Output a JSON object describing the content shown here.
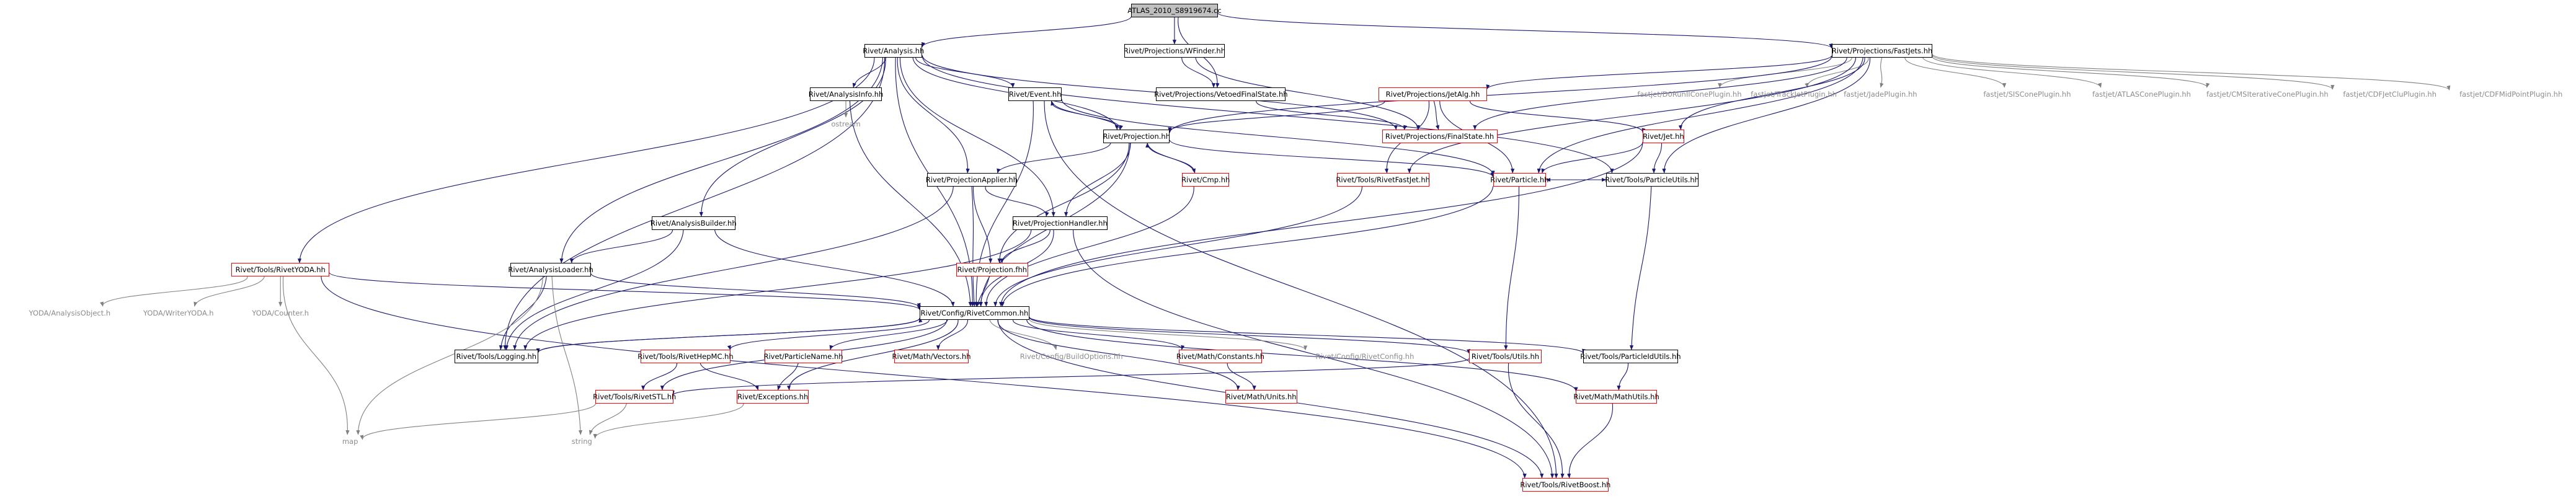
{
  "diagram": {
    "title": "ATLAS_2010_S8919674.cc",
    "colors": {
      "edge_primary": "#191970",
      "edge_secondary": "#808080",
      "box_border": "#000000",
      "incomplete_border": "#ff0000",
      "root_fill": "#bfbfbf",
      "system_text": "#8c8c8c"
    },
    "nodes": [
      {
        "id": "root",
        "label": "ATLAS_2010_S8919674.cc",
        "style": "root"
      },
      {
        "id": "analysis",
        "label": "Rivet/Analysis.hh",
        "style": "black"
      },
      {
        "id": "wfinder",
        "label": "Rivet/Projections/WFinder.hh",
        "style": "black"
      },
      {
        "id": "fastjets",
        "label": "Rivet/Projections/FastJets.hh",
        "style": "black"
      },
      {
        "id": "analysisinfo",
        "label": "Rivet/AnalysisInfo.hh",
        "style": "black"
      },
      {
        "id": "event",
        "label": "Rivet/Event.hh",
        "style": "black"
      },
      {
        "id": "vetoedfs",
        "label": "Rivet/Projections/VetoedFinalState.hh",
        "style": "black"
      },
      {
        "id": "jetalg",
        "label": "Rivet/Projections/JetAlg.hh",
        "style": "red"
      },
      {
        "id": "d0run",
        "label": "fastjet/D0RunIIConePlugin.hh",
        "style": "system"
      },
      {
        "id": "trackjet",
        "label": "fastjet/TrackJetPlugin.hh",
        "style": "system"
      },
      {
        "id": "jade",
        "label": "fastjet/JadePlugin.hh",
        "style": "system"
      },
      {
        "id": "siscone",
        "label": "fastjet/SISConePlugin.hh",
        "style": "system"
      },
      {
        "id": "atlascone",
        "label": "fastjet/ATLASConePlugin.hh",
        "style": "system"
      },
      {
        "id": "cmsiter",
        "label": "fastjet/CMSIterativeConePlugin.hh",
        "style": "system"
      },
      {
        "id": "cdfjetclu",
        "label": "fastjet/CDFJetCluPlugin.hh",
        "style": "system"
      },
      {
        "id": "cdfmid",
        "label": "fastjet/CDFMidPointPlugin.hh",
        "style": "system"
      },
      {
        "id": "ostream",
        "label": "ostream",
        "style": "system"
      },
      {
        "id": "projection",
        "label": "Rivet/Projection.hh",
        "style": "black"
      },
      {
        "id": "finalstate",
        "label": "Rivet/Projections/FinalState.hh",
        "style": "red"
      },
      {
        "id": "jet",
        "label": "Rivet/Jet.hh",
        "style": "red"
      },
      {
        "id": "projapplier",
        "label": "Rivet/ProjectionApplier.hh",
        "style": "black"
      },
      {
        "id": "cmp",
        "label": "Rivet/Cmp.hh",
        "style": "red"
      },
      {
        "id": "rivetfastjet",
        "label": "Rivet/Tools/RivetFastJet.hh",
        "style": "red"
      },
      {
        "id": "particle",
        "label": "Rivet/Particle.hh",
        "style": "red"
      },
      {
        "id": "particleutils",
        "label": "Rivet/Tools/ParticleUtils.hh",
        "style": "black"
      },
      {
        "id": "analysisbuilder",
        "label": "Rivet/AnalysisBuilder.hh",
        "style": "black"
      },
      {
        "id": "projhandler",
        "label": "Rivet/ProjectionHandler.hh",
        "style": "black"
      },
      {
        "id": "rivetyoda",
        "label": "Rivet/Tools/RivetYODA.hh",
        "style": "red"
      },
      {
        "id": "analysisloader",
        "label": "Rivet/AnalysisLoader.hh",
        "style": "black"
      },
      {
        "id": "projfhh",
        "label": "Rivet/Projection.fhh",
        "style": "red"
      },
      {
        "id": "yodaao",
        "label": "YODA/AnalysisObject.h",
        "style": "system"
      },
      {
        "id": "yodawriter",
        "label": "YODA/WriterYODA.h",
        "style": "system"
      },
      {
        "id": "yodacounter",
        "label": "YODA/Counter.h",
        "style": "system"
      },
      {
        "id": "rivetcommon",
        "label": "Rivet/Config/RivetCommon.hh",
        "style": "black"
      },
      {
        "id": "logging",
        "label": "Rivet/Tools/Logging.hh",
        "style": "black"
      },
      {
        "id": "rivethepmc",
        "label": "Rivet/Tools/RivetHepMC.hh",
        "style": "red"
      },
      {
        "id": "particlename",
        "label": "Rivet/ParticleName.hh",
        "style": "red"
      },
      {
        "id": "vectors",
        "label": "Rivet/Math/Vectors.hh",
        "style": "red"
      },
      {
        "id": "buildoptions",
        "label": "Rivet/Config/BuildOptions.hh",
        "style": "system"
      },
      {
        "id": "constants",
        "label": "Rivet/Math/Constants.hh",
        "style": "red"
      },
      {
        "id": "rivetconfig",
        "label": "Rivet/Config/RivetConfig.hh",
        "style": "system"
      },
      {
        "id": "utils",
        "label": "Rivet/Tools/Utils.hh",
        "style": "red"
      },
      {
        "id": "particleidutils",
        "label": "Rivet/Tools/ParticleIdUtils.hh",
        "style": "black"
      },
      {
        "id": "rivetstl",
        "label": "Rivet/Tools/RivetSTL.hh",
        "style": "red"
      },
      {
        "id": "exceptions",
        "label": "Rivet/Exceptions.hh",
        "style": "red"
      },
      {
        "id": "mathunits",
        "label": "Rivet/Math/Units.hh",
        "style": "red"
      },
      {
        "id": "mathutils",
        "label": "Rivet/Math/MathUtils.hh",
        "style": "red"
      },
      {
        "id": "map",
        "label": "map",
        "style": "system"
      },
      {
        "id": "string",
        "label": "string",
        "style": "system"
      },
      {
        "id": "rivetboost",
        "label": "Rivet/Tools/RivetBoost.hh",
        "style": "red"
      }
    ],
    "edges": [
      [
        "root",
        "analysis"
      ],
      [
        "root",
        "wfinder"
      ],
      [
        "root",
        "fastjets"
      ],
      [
        "root",
        "vetoedfs"
      ],
      [
        "wfinder",
        "vetoedfs"
      ],
      [
        "wfinder",
        "finalstate"
      ],
      [
        "analysis",
        "analysisinfo"
      ],
      [
        "analysis",
        "event"
      ],
      [
        "analysis",
        "projection"
      ],
      [
        "analysis",
        "projapplier"
      ],
      [
        "analysis",
        "projhandler"
      ],
      [
        "analysis",
        "analysisbuilder"
      ],
      [
        "analysis",
        "analysisloader"
      ],
      [
        "analysis",
        "rivetyoda"
      ],
      [
        "analysis",
        "logging"
      ],
      [
        "analysis",
        "rivetcommon"
      ],
      [
        "analysis",
        "particleutils"
      ],
      [
        "analysis",
        "finalstate"
      ],
      [
        "fastjets",
        "jetalg"
      ],
      [
        "fastjets",
        "d0run"
      ],
      [
        "fastjets",
        "trackjet"
      ],
      [
        "fastjets",
        "jade"
      ],
      [
        "fastjets",
        "siscone"
      ],
      [
        "fastjets",
        "atlascone"
      ],
      [
        "fastjets",
        "cmsiter"
      ],
      [
        "fastjets",
        "cdfjetclu"
      ],
      [
        "fastjets",
        "cdfmid"
      ],
      [
        "fastjets",
        "projection"
      ],
      [
        "fastjets",
        "finalstate"
      ],
      [
        "fastjets",
        "jet"
      ],
      [
        "fastjets",
        "particle"
      ],
      [
        "fastjets",
        "rivetfastjet"
      ],
      [
        "fastjets",
        "particleutils"
      ],
      [
        "vetoedfs",
        "finalstate"
      ],
      [
        "analysisinfo",
        "ostream"
      ],
      [
        "analysisinfo",
        "rivetcommon"
      ],
      [
        "event",
        "projection"
      ],
      [
        "event",
        "particle"
      ],
      [
        "event",
        "rivetcommon"
      ],
      [
        "event",
        "rivetboost"
      ],
      [
        "jetalg",
        "projection"
      ],
      [
        "jetalg",
        "finalstate"
      ],
      [
        "jetalg",
        "jet"
      ],
      [
        "jetalg",
        "particle"
      ],
      [
        "jetalg",
        "rivetfastjet"
      ],
      [
        "projection",
        "projapplier"
      ],
      [
        "projection",
        "projhandler"
      ],
      [
        "projection",
        "cmp"
      ],
      [
        "projection",
        "rivetcommon"
      ],
      [
        "projection",
        "projfhh"
      ],
      [
        "projection",
        "particle"
      ],
      [
        "projection",
        "event"
      ],
      [
        "cmp",
        "projection"
      ],
      [
        "cmp",
        "rivetcommon"
      ],
      [
        "jet",
        "particle"
      ],
      [
        "jet",
        "particleutils"
      ],
      [
        "jet",
        "rivetcommon"
      ],
      [
        "projapplier",
        "projhandler"
      ],
      [
        "projapplier",
        "projfhh"
      ],
      [
        "projapplier",
        "rivetcommon"
      ],
      [
        "projapplier",
        "logging"
      ],
      [
        "rivetfastjet",
        "rivetcommon"
      ],
      [
        "particle",
        "particleutils"
      ],
      [
        "particle",
        "rivetcommon"
      ],
      [
        "particle",
        "utils"
      ],
      [
        "particleutils",
        "particle"
      ],
      [
        "particleutils",
        "particleidutils"
      ],
      [
        "analysisbuilder",
        "analysisloader"
      ],
      [
        "analysisbuilder",
        "rivetcommon"
      ],
      [
        "analysisbuilder",
        "logging"
      ],
      [
        "projhandler",
        "projfhh"
      ],
      [
        "projhandler",
        "rivetcommon"
      ],
      [
        "projhandler",
        "logging"
      ],
      [
        "projhandler",
        "rivetboost"
      ],
      [
        "rivetyoda",
        "yodaao"
      ],
      [
        "rivetyoda",
        "yodawriter"
      ],
      [
        "rivetyoda",
        "yodacounter"
      ],
      [
        "rivetyoda",
        "rivetcommon"
      ],
      [
        "rivetyoda",
        "map"
      ],
      [
        "rivetyoda",
        "rivetboost"
      ],
      [
        "analysisloader",
        "rivetcommon"
      ],
      [
        "analysisloader",
        "logging"
      ],
      [
        "analysisloader",
        "map"
      ],
      [
        "analysisloader",
        "string"
      ],
      [
        "projfhh",
        "rivetcommon"
      ],
      [
        "rivetcommon",
        "logging"
      ],
      [
        "rivetcommon",
        "rivethepmc"
      ],
      [
        "rivetcommon",
        "particlename"
      ],
      [
        "rivetcommon",
        "vectors"
      ],
      [
        "rivetcommon",
        "buildoptions"
      ],
      [
        "rivetcommon",
        "constants"
      ],
      [
        "rivetcommon",
        "rivetconfig"
      ],
      [
        "rivetcommon",
        "utils"
      ],
      [
        "rivetcommon",
        "particleidutils"
      ],
      [
        "rivetcommon",
        "rivetstl"
      ],
      [
        "rivetcommon",
        "exceptions"
      ],
      [
        "rivetcommon",
        "mathunits"
      ],
      [
        "rivetcommon",
        "mathutils"
      ],
      [
        "rivetcommon",
        "rivetboost"
      ],
      [
        "logging",
        "rivetcommon"
      ],
      [
        "rivethepmc",
        "rivetstl"
      ],
      [
        "rivethepmc",
        "exceptions"
      ],
      [
        "particlename",
        "exceptions"
      ],
      [
        "constants",
        "mathunits"
      ],
      [
        "utils",
        "rivetstl"
      ],
      [
        "utils",
        "rivetboost"
      ],
      [
        "particleidutils",
        "mathutils"
      ],
      [
        "rivetstl",
        "map"
      ],
      [
        "rivetstl",
        "string"
      ],
      [
        "exceptions",
        "string"
      ],
      [
        "mathutils",
        "rivetboost"
      ]
    ]
  }
}
